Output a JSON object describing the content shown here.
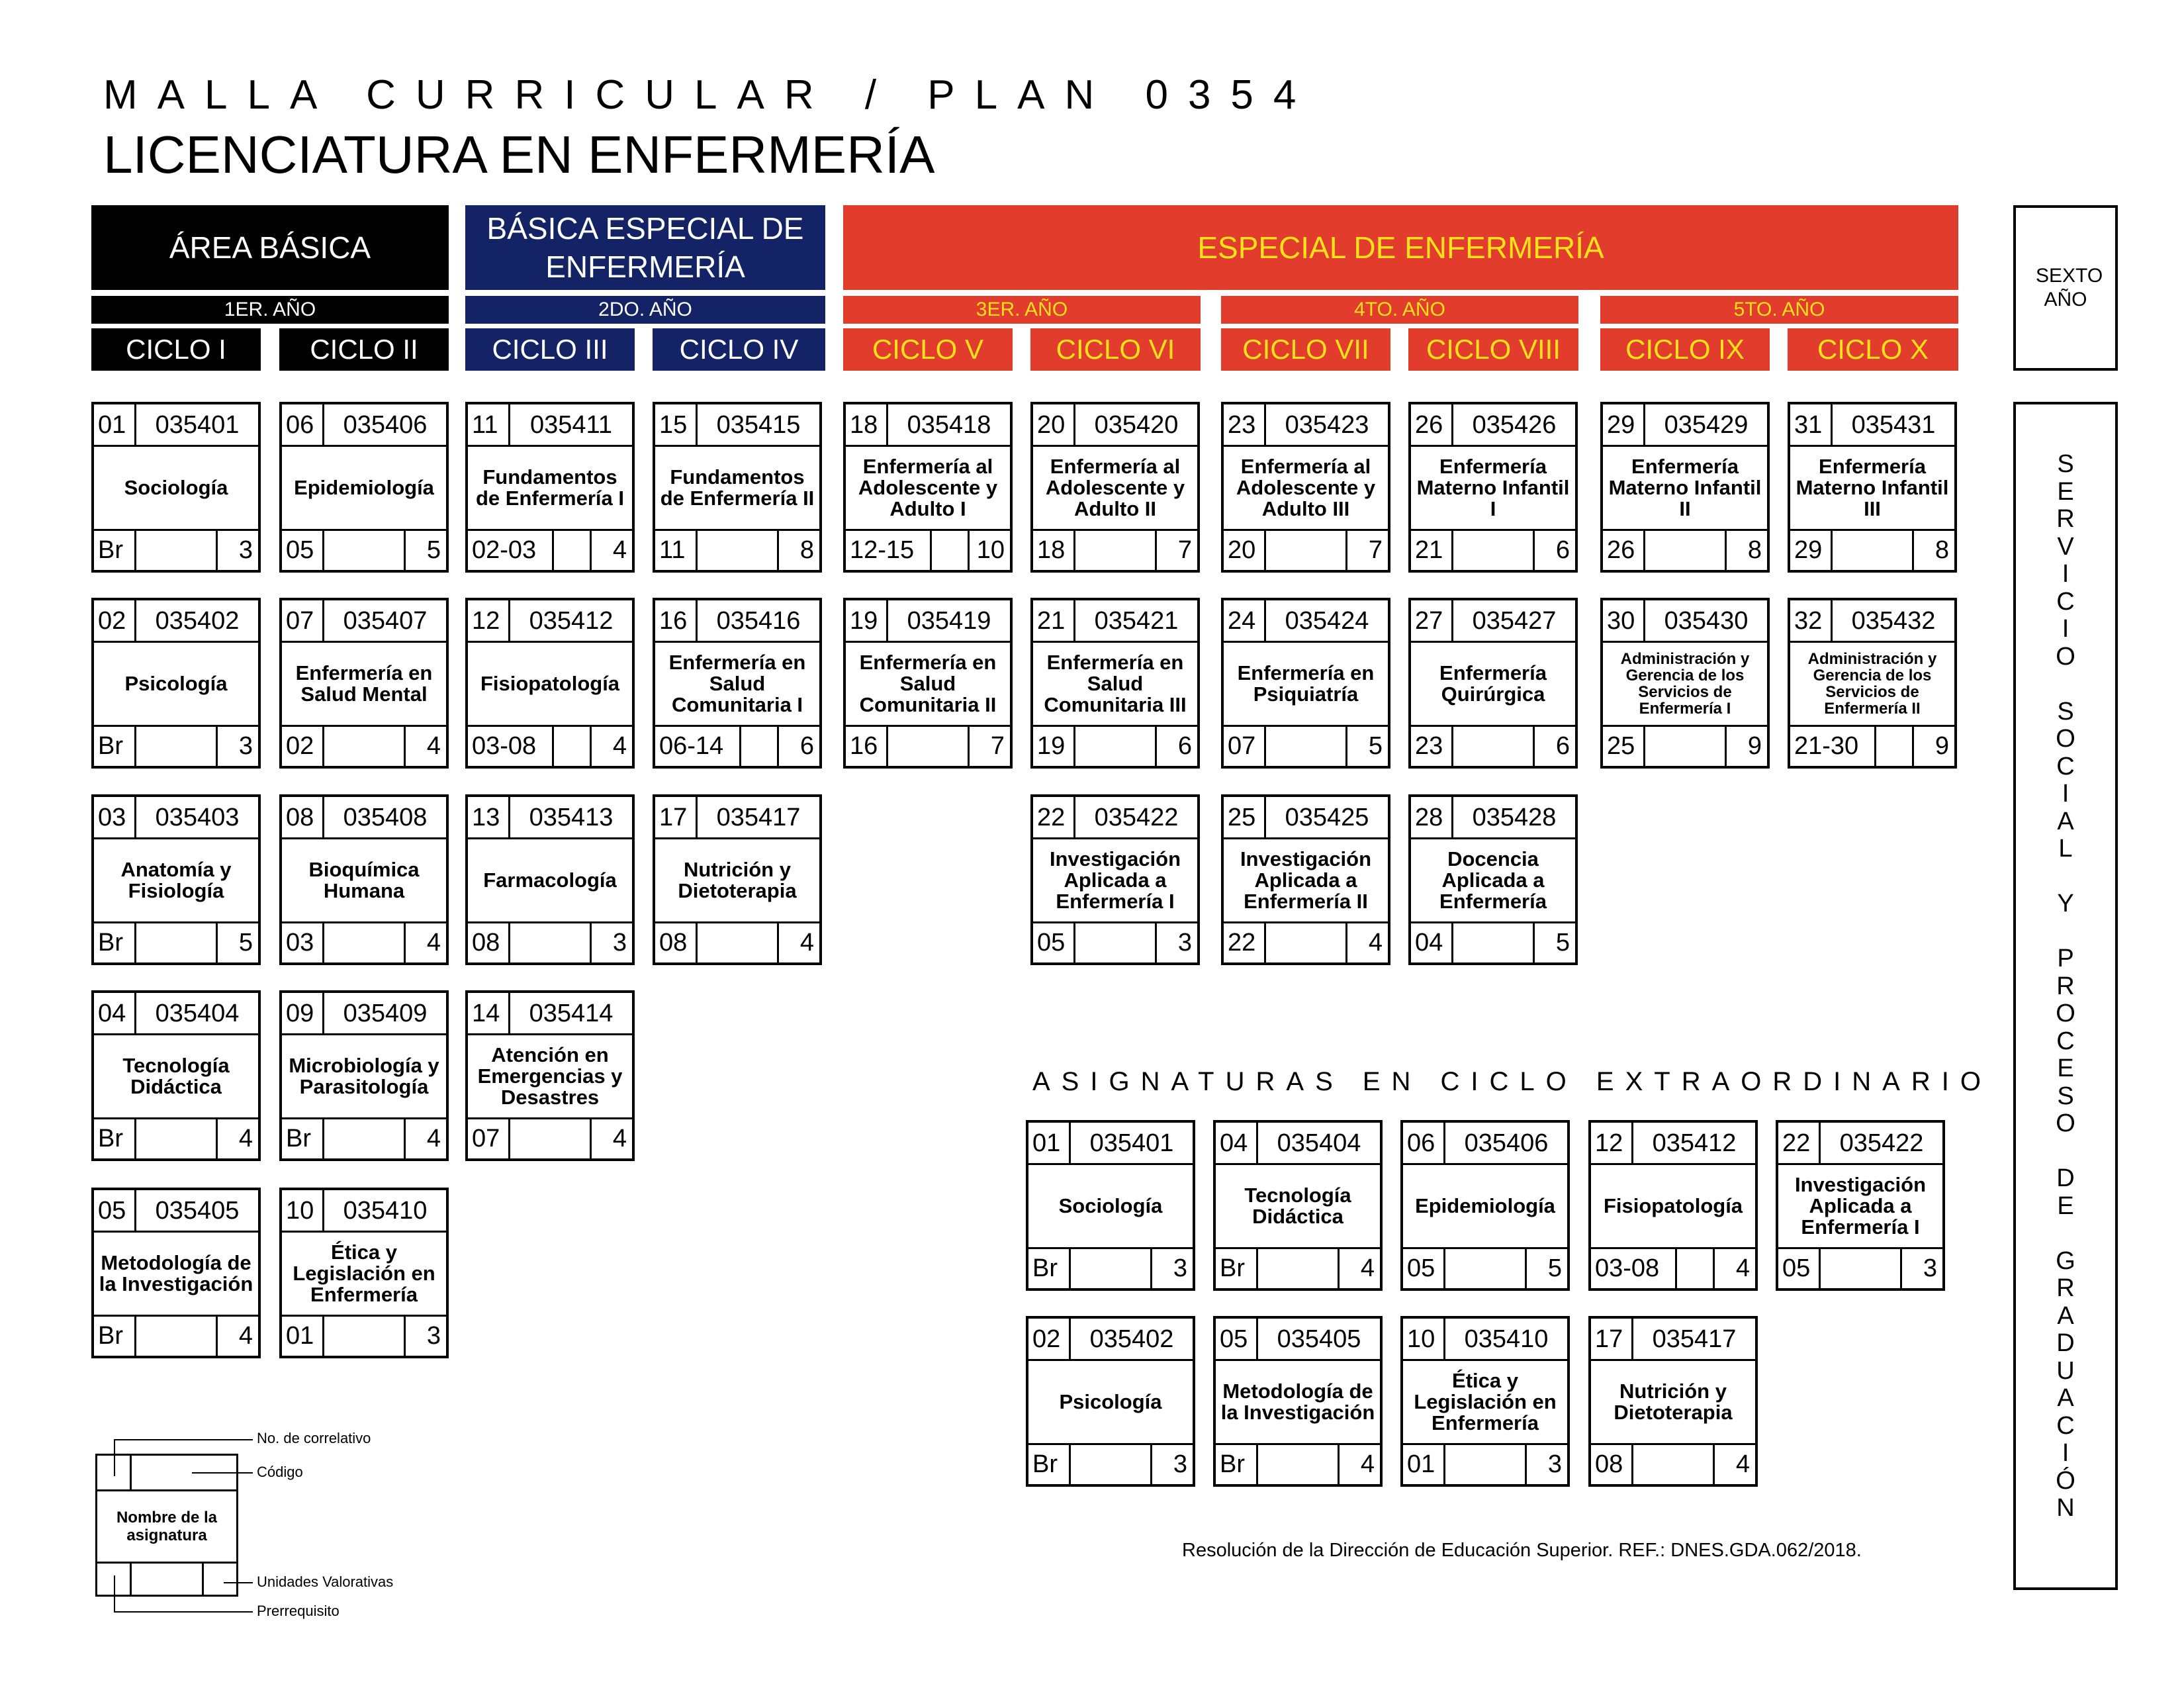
{
  "header": {
    "subtitle": "MALLA CURRICULAR / PLAN 0354",
    "title": "LICENCIATURA EN ENFERMERÍA"
  },
  "areas": {
    "basica": "ÁREA BÁSICA",
    "basica_especial": "BÁSICA ESPECIAL DE ENFERMERÍA",
    "especial": "ESPECIAL DE ENFERMERÍA"
  },
  "years": [
    "1ER. AÑO",
    "2DO. AÑO",
    "3ER. AÑO",
    "4TO. AÑO",
    "5TO. AÑO"
  ],
  "cycles": [
    "CICLO I",
    "CICLO II",
    "CICLO III",
    "CICLO IV",
    "CICLO V",
    "CICLO VI",
    "CICLO VII",
    "CICLO VIII",
    "CICLO IX",
    "CICLO X"
  ],
  "sexto": "SEXTO AÑO",
  "servicio_lines": [
    "S",
    "E",
    "R",
    "V",
    "I",
    "C",
    "I",
    "O",
    " ",
    "S",
    "O",
    "C",
    "I",
    "A",
    "L",
    " ",
    "Y",
    " ",
    "P",
    "R",
    "O",
    "C",
    "E",
    "S",
    "O",
    " ",
    "D",
    "E",
    " ",
    "G",
    "R",
    "A",
    "D",
    "U",
    "A",
    "C",
    "I",
    "Ó",
    "N"
  ],
  "courses": [
    {
      "num": "01",
      "code": "035401",
      "name": "Sociología",
      "pre": "Br",
      "uv": "3"
    },
    {
      "num": "02",
      "code": "035402",
      "name": "Psicología",
      "pre": "Br",
      "uv": "3"
    },
    {
      "num": "03",
      "code": "035403",
      "name": "Anatomía y Fisiología",
      "pre": "Br",
      "uv": "5"
    },
    {
      "num": "04",
      "code": "035404",
      "name": "Tecnología Didáctica",
      "pre": "Br",
      "uv": "4"
    },
    {
      "num": "05",
      "code": "035405",
      "name": "Metodología de la Investigación",
      "pre": "Br",
      "uv": "4"
    },
    {
      "num": "06",
      "code": "035406",
      "name": "Epidemiología",
      "pre": "05",
      "uv": "5"
    },
    {
      "num": "07",
      "code": "035407",
      "name": "Enfermería en Salud Mental",
      "pre": "02",
      "uv": "4"
    },
    {
      "num": "08",
      "code": "035408",
      "name": "Bioquímica Humana",
      "pre": "03",
      "uv": "4"
    },
    {
      "num": "09",
      "code": "035409",
      "name": "Microbiología y Parasitología",
      "pre": "Br",
      "uv": "4"
    },
    {
      "num": "10",
      "code": "035410",
      "name": "Ética y Legislación en Enfermería",
      "pre": "01",
      "uv": "3"
    },
    {
      "num": "11",
      "code": "035411",
      "name": "Fundamentos de Enfermería I",
      "pre": "02-03",
      "uv": "4"
    },
    {
      "num": "12",
      "code": "035412",
      "name": "Fisiopatología",
      "pre": "03-08",
      "uv": "4"
    },
    {
      "num": "13",
      "code": "035413",
      "name": "Farmacología",
      "pre": "08",
      "uv": "3"
    },
    {
      "num": "14",
      "code": "035414",
      "name": "Atención en Emergencias y Desastres",
      "pre": "07",
      "uv": "4"
    },
    {
      "num": "15",
      "code": "035415",
      "name": "Fundamentos de Enfermería II",
      "pre": "11",
      "uv": "8"
    },
    {
      "num": "16",
      "code": "035416",
      "name": "Enfermería en Salud Comunitaria I",
      "pre": "06-14",
      "uv": "6"
    },
    {
      "num": "17",
      "code": "035417",
      "name": "Nutrición y Dietoterapia",
      "pre": "08",
      "uv": "4"
    },
    {
      "num": "18",
      "code": "035418",
      "name": "Enfermería al Adolescente y Adulto I",
      "pre": "12-15",
      "uv": "10"
    },
    {
      "num": "19",
      "code": "035419",
      "name": "Enfermería en Salud Comunitaria II",
      "pre": "16",
      "uv": "7"
    },
    {
      "num": "20",
      "code": "035420",
      "name": "Enfermería al Adolescente y Adulto II",
      "pre": "18",
      "uv": "7"
    },
    {
      "num": "21",
      "code": "035421",
      "name": "Enfermería en Salud Comunitaria III",
      "pre": "19",
      "uv": "6"
    },
    {
      "num": "22",
      "code": "035422",
      "name": "Investigación Aplicada a Enfermería I",
      "pre": "05",
      "uv": "3"
    },
    {
      "num": "23",
      "code": "035423",
      "name": "Enfermería al Adolescente y Adulto III",
      "pre": "20",
      "uv": "7"
    },
    {
      "num": "24",
      "code": "035424",
      "name": "Enfermería en Psiquiatría",
      "pre": "07",
      "uv": "5"
    },
    {
      "num": "25",
      "code": "035425",
      "name": "Investigación Aplicada a Enfermería II",
      "pre": "22",
      "uv": "4"
    },
    {
      "num": "26",
      "code": "035426",
      "name": "Enfermería Materno Infantil I",
      "pre": "21",
      "uv": "6"
    },
    {
      "num": "27",
      "code": "035427",
      "name": "Enfermería Quirúrgica",
      "pre": "23",
      "uv": "6"
    },
    {
      "num": "28",
      "code": "035428",
      "name": "Docencia Aplicada a Enfermería",
      "pre": "04",
      "uv": "5"
    },
    {
      "num": "29",
      "code": "035429",
      "name": "Enfermería Materno Infantil II",
      "pre": "26",
      "uv": "8"
    },
    {
      "num": "30",
      "code": "035430",
      "name": "Administración y Gerencia de los Servicios de Enfermería I",
      "pre": "25",
      "uv": "9"
    },
    {
      "num": "31",
      "code": "035431",
      "name": "Enfermería Materno Infantil III",
      "pre": "29",
      "uv": "8"
    },
    {
      "num": "32",
      "code": "035432",
      "name": "Administración y Gerencia de los Servicios de Enfermería II",
      "pre": "21-30",
      "uv": "9"
    }
  ],
  "extraordinario": {
    "title": "ASIGNATURAS EN CICLO EXTRAORDINARIO",
    "courses": [
      {
        "num": "01",
        "code": "035401",
        "name": "Sociología",
        "pre": "Br",
        "uv": "3"
      },
      {
        "num": "04",
        "code": "035404",
        "name": "Tecnología Didáctica",
        "pre": "Br",
        "uv": "4"
      },
      {
        "num": "06",
        "code": "035406",
        "name": "Epidemiología",
        "pre": "05",
        "uv": "5"
      },
      {
        "num": "12",
        "code": "035412",
        "name": "Fisiopatología",
        "pre": "03-08",
        "uv": "4"
      },
      {
        "num": "22",
        "code": "035422",
        "name": "Investigación Aplicada a Enfermería I",
        "pre": "05",
        "uv": "3"
      },
      {
        "num": "02",
        "code": "035402",
        "name": "Psicología",
        "pre": "Br",
        "uv": "3"
      },
      {
        "num": "05",
        "code": "035405",
        "name": "Metodología de la Investigación",
        "pre": "Br",
        "uv": "4"
      },
      {
        "num": "10",
        "code": "035410",
        "name": "Ética y Legislación en Enfermería",
        "pre": "01",
        "uv": "3"
      },
      {
        "num": "17",
        "code": "035417",
        "name": "Nutrición y Dietoterapia",
        "pre": "08",
        "uv": "4"
      }
    ]
  },
  "legend": {
    "box_name": "Nombre de la asignatura",
    "correlativo": "No. de correlativo",
    "codigo": "Código",
    "uv": "Unidades Valorativas",
    "prerrequisito": "Prerrequisito"
  },
  "resolution": "Resolución de la Dirección de Educación Superior. REF.: DNES.GDA.062/2018.",
  "colors": {
    "basica": "#000000",
    "basica_especial": "#142366",
    "especial": "#e23c2d",
    "especial_text": "#f9e21c"
  }
}
